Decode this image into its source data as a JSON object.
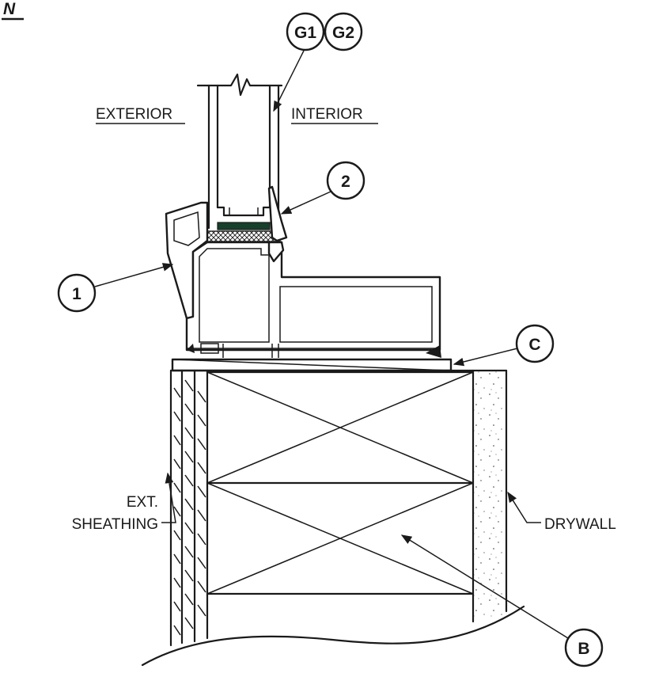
{
  "labels": {
    "corner_letter": "N",
    "exterior": "EXTERIOR",
    "interior": "INTERIOR",
    "sheathing_line1": "EXT.",
    "sheathing_line2": "SHEATHING",
    "drywall": "DRYWALL"
  },
  "callouts": {
    "g1": "G1",
    "g2": "G2",
    "item_1": "1",
    "item_2": "2",
    "item_b": "B",
    "item_c": "C"
  }
}
